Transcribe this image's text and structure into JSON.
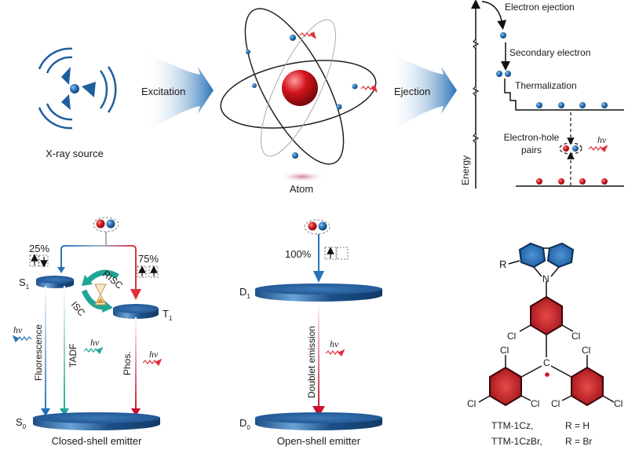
{
  "top_row": {
    "xray_source": {
      "label": "X-ray source"
    },
    "arrow_excitation": {
      "label": "Excitation"
    },
    "atom": {
      "label": "Atom"
    },
    "arrow_ejection": {
      "label": "Ejection"
    },
    "energy_diagram": {
      "axis_label": "Energy",
      "electron_ejection": "Electron ejection",
      "secondary_electron": "Secondary electron",
      "thermalization": "Thermalization",
      "electron_hole_line1": "Electron-hole",
      "electron_hole_line2": "pairs",
      "photon": "hν"
    }
  },
  "closed_shell": {
    "caption": "Closed-shell emitter",
    "singlet_fraction": "25%",
    "triplet_fraction": "75%",
    "s1": "S",
    "s1_sub": "1",
    "t1": "T",
    "t1_sub": "1",
    "s0": "S",
    "s0_sub": "0",
    "risc": "RISC",
    "isc": "ISC",
    "fluorescence": "Fluorescence",
    "tadf": "TADF",
    "phos": "Phos.",
    "photon": "hν"
  },
  "open_shell": {
    "caption": "Open-shell emitter",
    "doublet_fraction": "100%",
    "d1": "D",
    "d1_sub": "1",
    "d0": "D",
    "d0_sub": "0",
    "doublet_emission": "Doublet emission",
    "photon": "hν"
  },
  "molecule": {
    "r_group": "R",
    "nitrogen": "N",
    "chlorine": "Cl",
    "carbon": "C",
    "legend": [
      {
        "name": "TTM-1Cz,",
        "r": "R = H"
      },
      {
        "name": "TTM-1CzBr,",
        "r": "R = Br"
      }
    ]
  },
  "colors": {
    "blue": "#1f5f9e",
    "red": "#c8102e",
    "teal": "#1fa595",
    "photon_red": "#e0303c",
    "arrow_blue": "#2a73b8"
  }
}
